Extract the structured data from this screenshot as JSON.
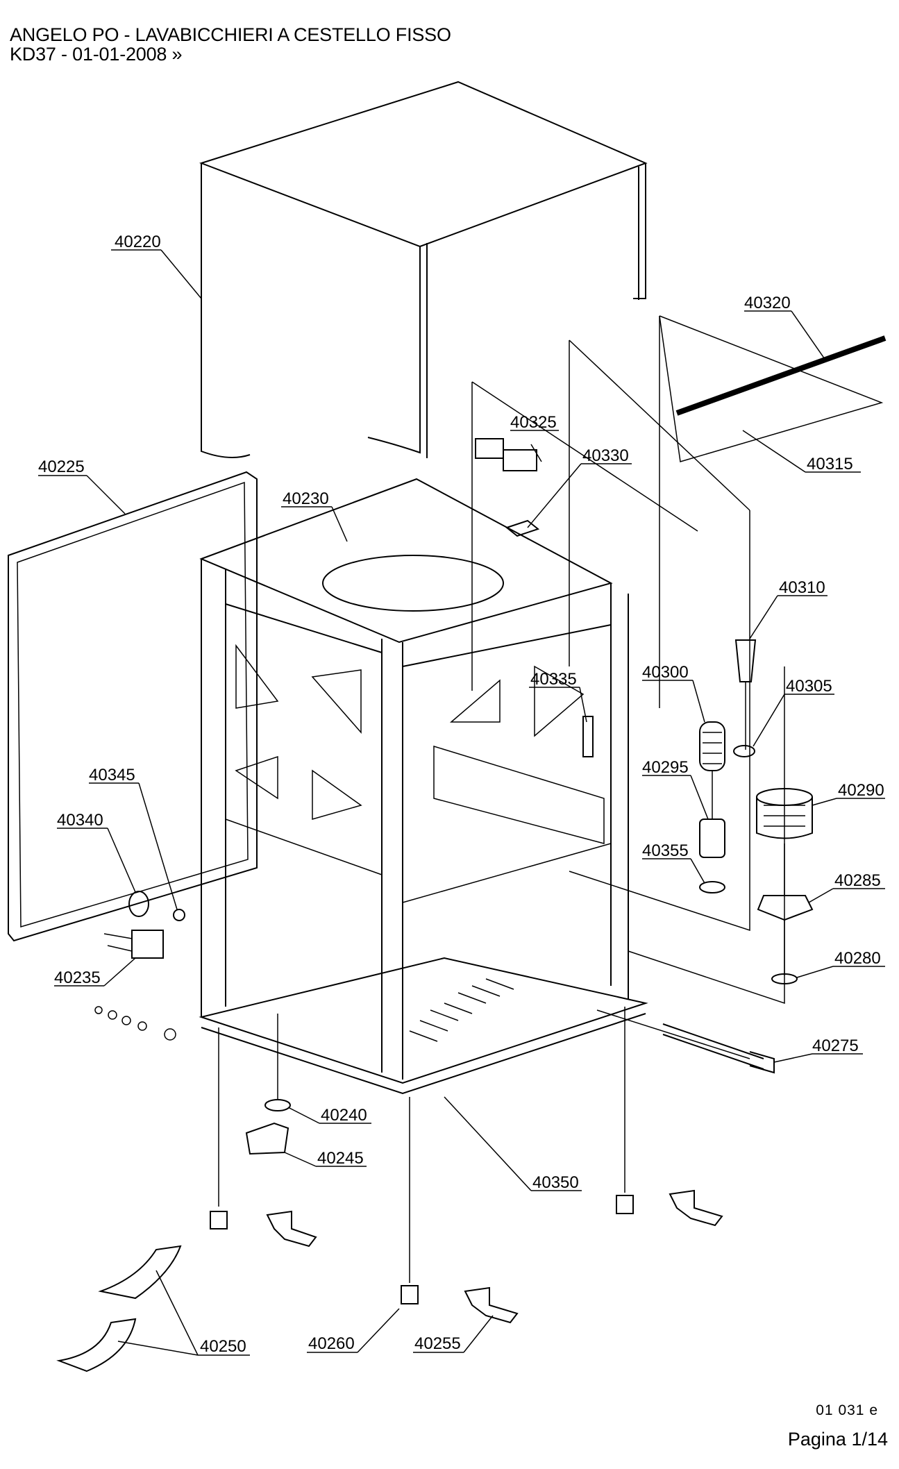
{
  "header": {
    "title": "ANGELO PO - LAVABICCHIERI A CESTELLO FISSO",
    "subtitle": "KD37 - 01-01-2008 »"
  },
  "parts": [
    {
      "id": "p40220",
      "label": "40220"
    },
    {
      "id": "p40225",
      "label": "40225"
    },
    {
      "id": "p40230",
      "label": "40230"
    },
    {
      "id": "p40235",
      "label": "40235"
    },
    {
      "id": "p40240",
      "label": "40240"
    },
    {
      "id": "p40245",
      "label": "40245"
    },
    {
      "id": "p40250",
      "label": "40250"
    },
    {
      "id": "p40255",
      "label": "40255"
    },
    {
      "id": "p40260",
      "label": "40260"
    },
    {
      "id": "p40275",
      "label": "40275"
    },
    {
      "id": "p40280",
      "label": "40280"
    },
    {
      "id": "p40285",
      "label": "40285"
    },
    {
      "id": "p40290",
      "label": "40290"
    },
    {
      "id": "p40295",
      "label": "40295"
    },
    {
      "id": "p40300",
      "label": "40300"
    },
    {
      "id": "p40305",
      "label": "40305"
    },
    {
      "id": "p40310",
      "label": "40310"
    },
    {
      "id": "p40315",
      "label": "40315"
    },
    {
      "id": "p40320",
      "label": "40320"
    },
    {
      "id": "p40325",
      "label": "40325"
    },
    {
      "id": "p40330",
      "label": "40330"
    },
    {
      "id": "p40335",
      "label": "40335"
    },
    {
      "id": "p40340",
      "label": "40340"
    },
    {
      "id": "p40345",
      "label": "40345"
    },
    {
      "id": "p40350",
      "label": "40350"
    },
    {
      "id": "p40355",
      "label": "40355"
    }
  ],
  "footer": {
    "drawing_code": "01 031 e",
    "page": "Pagina 1/14"
  }
}
